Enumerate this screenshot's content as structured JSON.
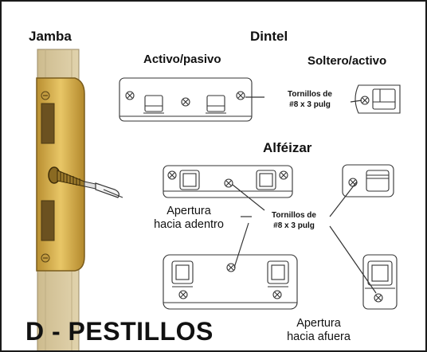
{
  "labels": {
    "jamb": "Jamba",
    "header": "Dintel",
    "active_passive": "Activo/pasivo",
    "single_active": "Soltero/activo",
    "sill": "Alféizar",
    "screws_top_1": "Tornillos de",
    "screws_top_2": "#8 x 3 pulg",
    "screws_mid_1": "Tornillos de",
    "screws_mid_2": "#8 x 3 pulg",
    "inswing_1": "Apertura",
    "inswing_2": "hacia adentro",
    "outswing_1": "Apertura",
    "outswing_2": "hacia afuera",
    "section_title": "D - PESTILLOS"
  },
  "colors": {
    "brass": "#d9b24c",
    "brass_dark": "#a9822a",
    "wood": "#d8c8a0",
    "line": "#333333",
    "plate_fill": "#ffffff"
  }
}
